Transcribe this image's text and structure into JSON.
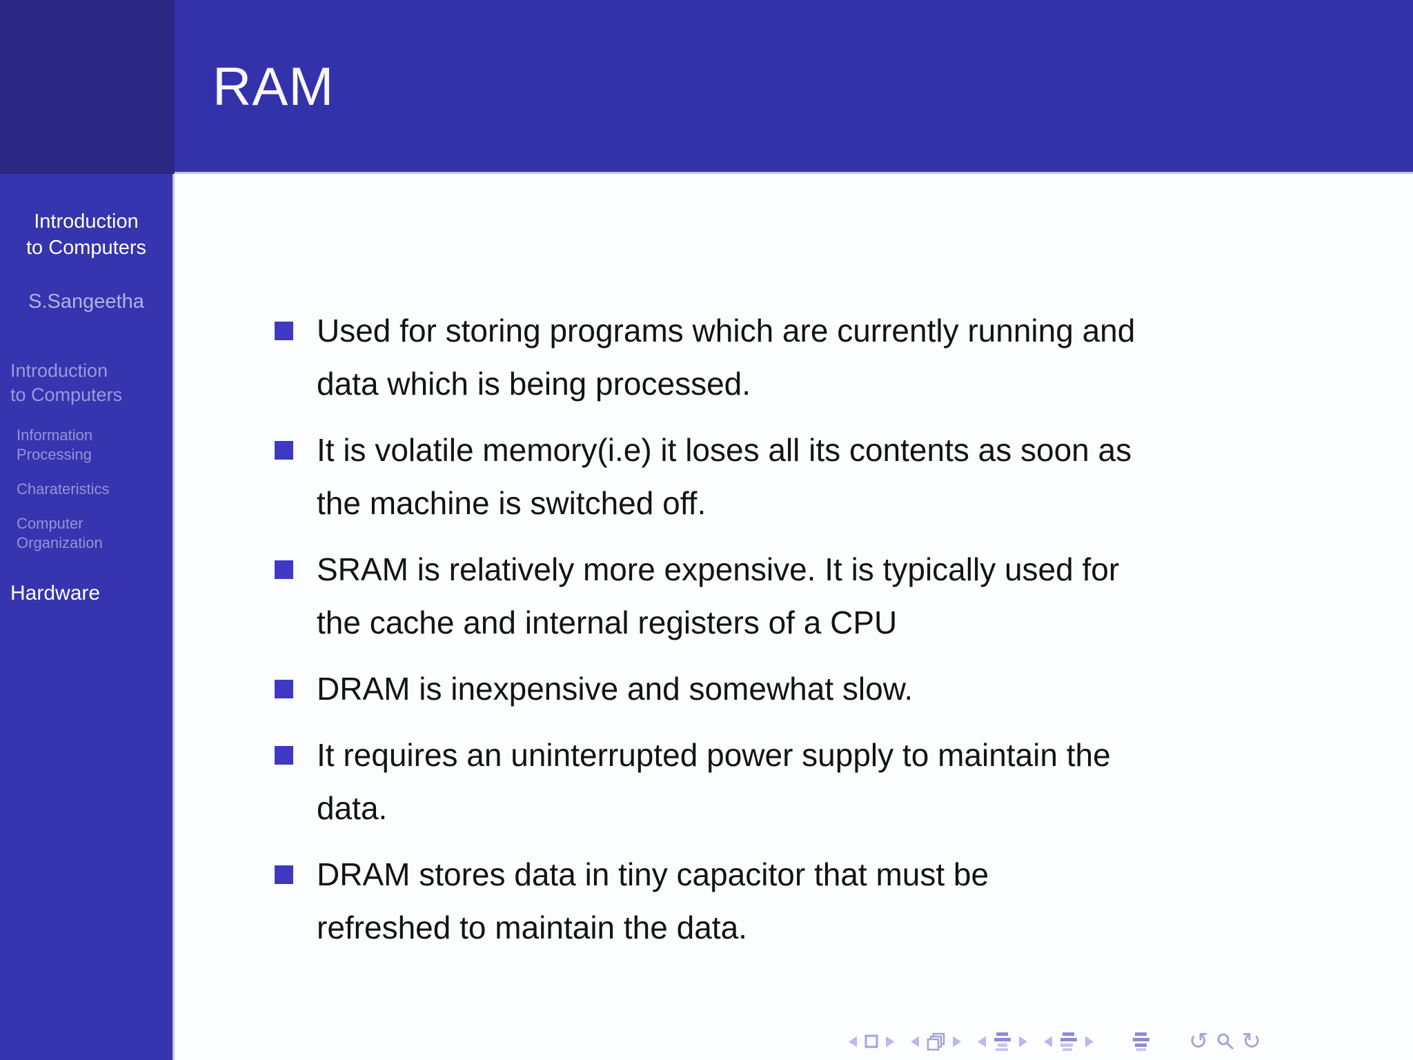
{
  "header": {
    "title": "RAM"
  },
  "sidebar": {
    "presentation_title": "Introduction\nto Computers",
    "author": "S.Sangeetha",
    "nav": {
      "section_intro": "Introduction\nto Computers",
      "item_information_processing": "Information\nProcessing",
      "item_charateristics": "Charateristics",
      "item_computer_organization": "Computer\nOrganization",
      "section_hardware": "Hardware"
    }
  },
  "content": {
    "bullets": [
      "Used for storing programs which are currently running and\ndata which is being processed.",
      "It is volatile memory(i.e) it loses all its contents as soon as\nthe machine is switched off.",
      "SRAM is relatively more expensive. It is typically used for\nthe cache and internal registers of a CPU",
      "DRAM is inexpensive and somewhat slow.",
      "It requires an uninterrupted power supply to maintain the\ndata.",
      "DRAM stores data in tiny capacitor that must be\nrefreshed to maintain the data."
    ]
  },
  "navigation": {
    "icons": [
      "prev-slide-icon",
      "slide-icon",
      "next-slide-icon",
      "prev-frame-icon",
      "frames-icon",
      "next-frame-icon",
      "prev-subsection-icon",
      "subsection-list-icon",
      "next-subsection-icon",
      "prev-section-icon",
      "section-list-icon",
      "next-section-icon",
      "outline-icon",
      "back-icon",
      "search-icon",
      "forward-icon"
    ]
  },
  "colors": {
    "header_blue": "#3432AB",
    "sidebar_blue": "#3634AF",
    "corner_navy": "#2B2782",
    "bullet_blue": "#3E38C2",
    "divider_lavender": "#C6C3EF",
    "nav_icon_purple": "#A5A1DC",
    "nav_icon_accent": "#8F8AD6",
    "text_black": "#131316",
    "content_bg": "#FCFDFF"
  }
}
